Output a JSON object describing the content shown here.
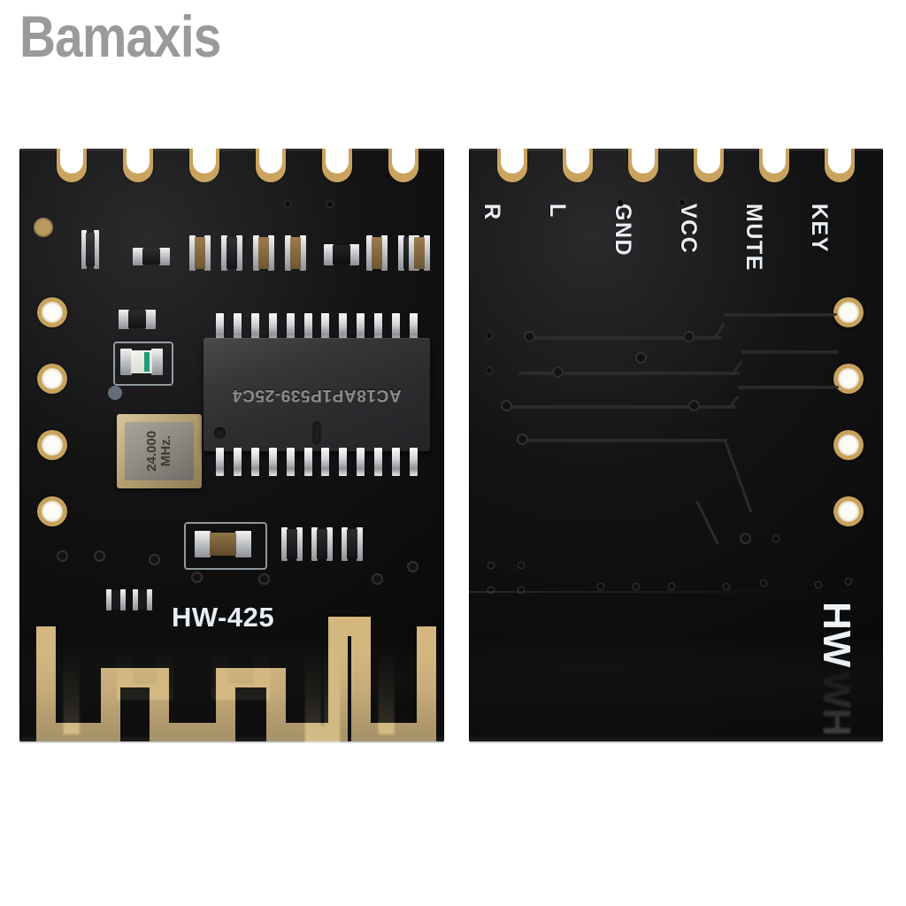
{
  "brand": {
    "name": "Bamaxis"
  },
  "product": {
    "model": "HW-425",
    "back_marking": "HW",
    "ic_marking": "AC18AP1P539-25C4",
    "crystal_marking": "24.000 MHz",
    "crystal_line1": "24.000",
    "crystal_line2": "MHz."
  },
  "front_board": {
    "name": "front-pcb",
    "silkscreen_model": "HW-425",
    "castellated_pad_count": 6,
    "side_hole_count": 4,
    "ic_pins_per_side": 12
  },
  "back_board": {
    "name": "back-pcb",
    "silkscreen_marking": "HW",
    "pin_labels": [
      "R",
      "L",
      "GND",
      "VCC",
      "MUTE",
      "KEY"
    ],
    "castellated_pad_count": 6,
    "side_hole_count": 4
  },
  "colors": {
    "background": "#ffffff",
    "brand_gray": "#9a9a9a",
    "solder_mask": "#131314",
    "gold_pad": "#caa45f",
    "silkscreen_white": "#e9eef3",
    "ic_body": "#37373a",
    "ic_text": "#8b8b8b"
  }
}
